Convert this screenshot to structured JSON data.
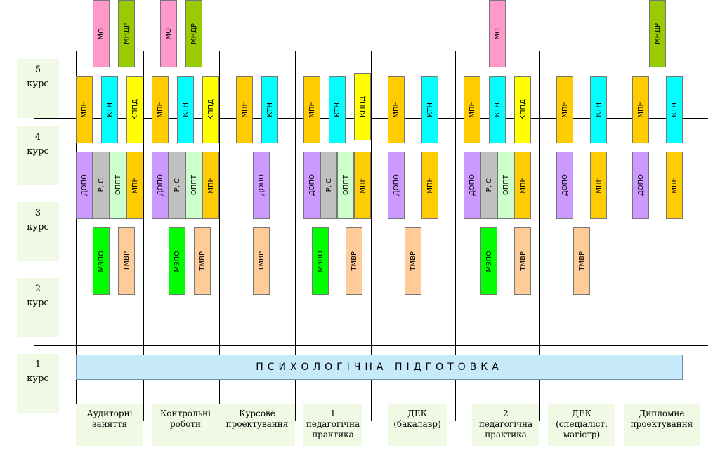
{
  "years": [
    {
      "num": "5",
      "label": "курс"
    },
    {
      "num": "4",
      "label": "курс"
    },
    {
      "num": "3",
      "label": "курс"
    },
    {
      "num": "2",
      "label": "курс"
    },
    {
      "num": "1",
      "label": "курс"
    }
  ],
  "colors": {
    "MO": "#ff99cc",
    "MNDR": "#99cc00",
    "MPN": "#ffcc00",
    "KTN": "#00ffff",
    "KPPD": "#ffff00",
    "DOPO": "#cc99ff",
    "RS": "#c0c0c0",
    "OPPT": "#ccffcc",
    "MZPO": "#00ff00",
    "TMVR": "#ffcc99"
  },
  "columns": [
    {
      "label": "Аудиторні\nзаняття"
    },
    {
      "label": "Контрольні\nроботи"
    },
    {
      "label": "Курсове\nпроектування"
    },
    {
      "label": "1\nпедагогічна\nпрактика"
    },
    {
      "label": "ДЕК\n(бакалавр)"
    },
    {
      "label": "2\nпедагогічна\nпрактика"
    },
    {
      "label": "ДЕК\n(спеціаліст,\nмагістр)"
    },
    {
      "label": "Дипломне\nпроектування"
    }
  ],
  "blocks": [
    {
      "label": "МО",
      "kind": "MO"
    },
    {
      "label": "МНДР",
      "kind": "MNDR"
    },
    {
      "label": "МО",
      "kind": "MO"
    },
    {
      "label": "МНДР",
      "kind": "MNDR"
    },
    {
      "label": "МО",
      "kind": "MO"
    },
    {
      "label": "МНДР",
      "kind": "MNDR"
    },
    {
      "label": "МПН",
      "kind": "MPN"
    },
    {
      "label": "КТН",
      "kind": "KTN"
    },
    {
      "label": "КППД",
      "kind": "KPPD"
    },
    {
      "label": "МПН",
      "kind": "MPN"
    },
    {
      "label": "КТН",
      "kind": "KTN"
    },
    {
      "label": "КППД",
      "kind": "KPPD"
    },
    {
      "label": "МПН",
      "kind": "MPN"
    },
    {
      "label": "КТН",
      "kind": "KTN"
    },
    {
      "label": "МПН",
      "kind": "MPN"
    },
    {
      "label": "КТН",
      "kind": "KTN"
    },
    {
      "label": "КППД",
      "kind": "KPPD"
    },
    {
      "label": "МПН",
      "kind": "MPN"
    },
    {
      "label": "КТН",
      "kind": "KTN"
    },
    {
      "label": "МПН",
      "kind": "MPN"
    },
    {
      "label": "КТН",
      "kind": "KTN"
    },
    {
      "label": "КППД",
      "kind": "KPPD"
    },
    {
      "label": "МПН",
      "kind": "MPN"
    },
    {
      "label": "КТН",
      "kind": "KTN"
    },
    {
      "label": "МПН",
      "kind": "MPN"
    },
    {
      "label": "КТН",
      "kind": "KTN"
    },
    {
      "label": "ДОПО",
      "kind": "DOPO"
    },
    {
      "label": "Р, С",
      "kind": "RS"
    },
    {
      "label": "ОППТ",
      "kind": "OPPT"
    },
    {
      "label": "МПН",
      "kind": "MPN"
    },
    {
      "label": "ДОПО",
      "kind": "DOPO"
    },
    {
      "label": "Р, С",
      "kind": "RS"
    },
    {
      "label": "ОППТ",
      "kind": "OPPT"
    },
    {
      "label": "МПН",
      "kind": "MPN"
    },
    {
      "label": "ДОПО",
      "kind": "DOPO"
    },
    {
      "label": "ДОПО",
      "kind": "DOPO"
    },
    {
      "label": "Р, С",
      "kind": "RS"
    },
    {
      "label": "ОППТ",
      "kind": "OPPT"
    },
    {
      "label": "МПН",
      "kind": "MPN"
    },
    {
      "label": "ДОПО",
      "kind": "DOPO"
    },
    {
      "label": "МПН",
      "kind": "MPN"
    },
    {
      "label": "ДОПО",
      "kind": "DOPO"
    },
    {
      "label": "Р, С",
      "kind": "RS"
    },
    {
      "label": "ОППТ",
      "kind": "OPPT"
    },
    {
      "label": "МПН",
      "kind": "MPN"
    },
    {
      "label": "ДОПО",
      "kind": "DOPO"
    },
    {
      "label": "МПН",
      "kind": "MPN"
    },
    {
      "label": "ДОПО",
      "kind": "DOPO"
    },
    {
      "label": "МПН",
      "kind": "MPN"
    },
    {
      "label": "МЗПО",
      "kind": "MZPO"
    },
    {
      "label": "ТМВР",
      "kind": "TMVR"
    },
    {
      "label": "МЗПО",
      "kind": "MZPO"
    },
    {
      "label": "ТМВР",
      "kind": "TMVR"
    },
    {
      "label": "ТМВР",
      "kind": "TMVR"
    },
    {
      "label": "МЗПО",
      "kind": "MZPO"
    },
    {
      "label": "ТМВР",
      "kind": "TMVR"
    },
    {
      "label": "ТМВР",
      "kind": "TMVR"
    },
    {
      "label": "МЗПО",
      "kind": "MZPO"
    },
    {
      "label": "ТМВР",
      "kind": "TMVR"
    },
    {
      "label": "ТМВР",
      "kind": "TMVR"
    }
  ],
  "psychology": "ПСИХОЛОГІЧНА ПІДГОТОВКА"
}
